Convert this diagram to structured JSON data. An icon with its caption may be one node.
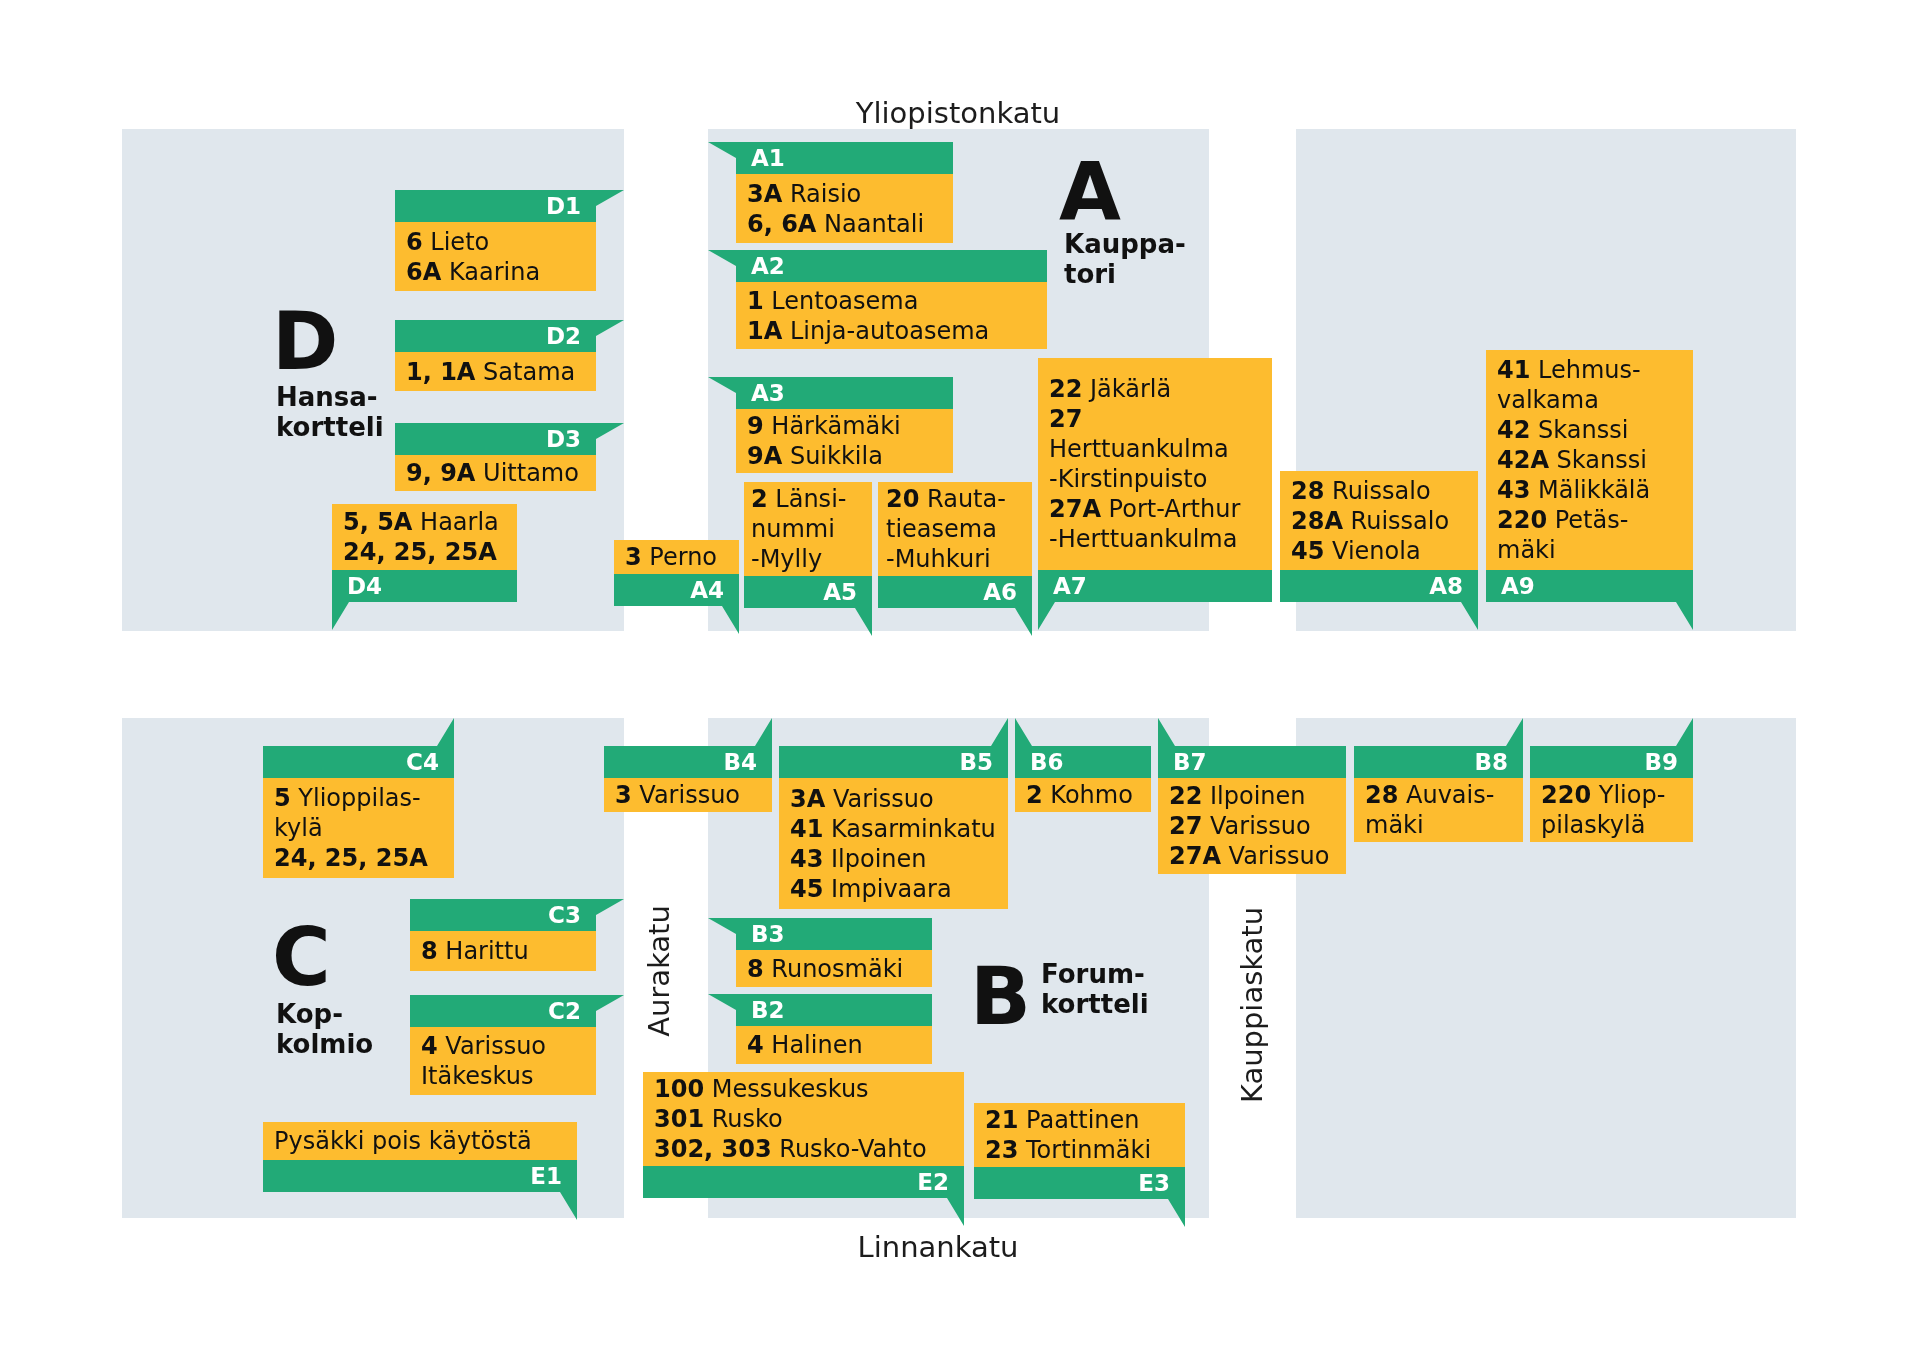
{
  "diagram": {
    "nodes": [
      {
        "text": [
          "D1",
          "**6** Lieto",
          "**6A** Kaarina"
        ]
      },
      {
        "text": [
          "D2",
          "**1, 1A** Satama"
        ]
      },
      {
        "text": [
          "D3",
          "**9, 9A** Uittamo"
        ]
      },
      {
        "text": [
          "**5, 5A** Haarla",
          "24, 25, 25A",
          "D4"
        ]
      },
      {
        "text": [
          "**3** Perno",
          "A4"
        ]
      },
      {
        "text": [
          "A1",
          "**3A** Raisio",
          "**6, 6A** Naantali"
        ]
      },
      {
        "text": [
          "A2",
          "**1** Lentoasema",
          "**1A** Linja-autoasema"
        ]
      },
      {
        "text": [
          "A3",
          "**9** Härkämäki",
          "**9A** Suikkila"
        ]
      },
      {
        "text": [
          "**2** Länsi- nummi -Mylly",
          "A5"
        ]
      },
      {
        "text": [
          "**20** Rauta- tieasema -Muhkuri",
          "A6"
        ]
      },
      {
        "text": [
          "**22** Jäkärlä",
          "**27** Herttuankulma -Kirstinpuisto",
          "**27A** Port-Arthur -Herttuankulma",
          "A7"
        ]
      },
      {
        "text": [
          "**28** Ruissalo",
          "**28A** Ruissalo",
          "**45** Vienola",
          "A8"
        ]
      },
      {
        "text": [
          "**41** Lehmus- valkama",
          "**42** Skanssi",
          "**42A** Skanssi",
          "**43** Mälikkälä",
          "**220** Petäs- mäki",
          "A9"
        ]
      },
      {
        "text": [
          "C4",
          "**5** Ylioppilas- kylä",
          "24, 25, 25A"
        ]
      },
      {
        "text": [
          "B4",
          "**3** Varissuo"
        ]
      },
      {
        "text": [
          "B5",
          "**3A** Varissuo",
          "**41** Kasarminkatu",
          "**43** Ilpoinen",
          "**45** Impivaara"
        ]
      },
      {
        "text": [
          "B6",
          "**2** Kohmo"
        ]
      },
      {
        "text": [
          "B7",
          "**22** Ilpoinen",
          "**27** Varissuo",
          "**27A** Varissuo"
        ]
      },
      {
        "text": [
          "B8",
          "**28** Auvais- mäki"
        ]
      },
      {
        "text": [
          "B9",
          "**220** Yliop- pilaskylä"
        ]
      },
      {
        "text": [
          "C3",
          "**8** Harittu"
        ]
      },
      {
        "text": [
          "C2",
          "**4** Varissuo Itäkeskus"
        ]
      },
      {
        "text": [
          "B3",
          "**8** Runosmäki"
        ]
      },
      {
        "text": [
          "B2",
          "**4** Halinen"
        ]
      },
      {
        "text": [
          "Pysäkki pois käytöstä",
          "E1"
        ]
      },
      {
        "text": [
          "**100** Messukeskus",
          "**301** Rusko",
          "**302, 303** Rusko-Vahto",
          "E2"
        ]
      },
      {
        "text": [
          "**21** Paattinen",
          "**23** Tortinmäki",
          "E3"
        ]
      }
    ],
    "labels": [
      "Yliopistonkatu",
      "A",
      "Kauppa- tori",
      "D",
      "Hansa- kortteli",
      "C",
      "Kop- kolmio",
      "Aurakatu",
      "B",
      "Forum- kortteli",
      "Kauppiaskatu",
      "Linnankatu"
    ]
  }
}
